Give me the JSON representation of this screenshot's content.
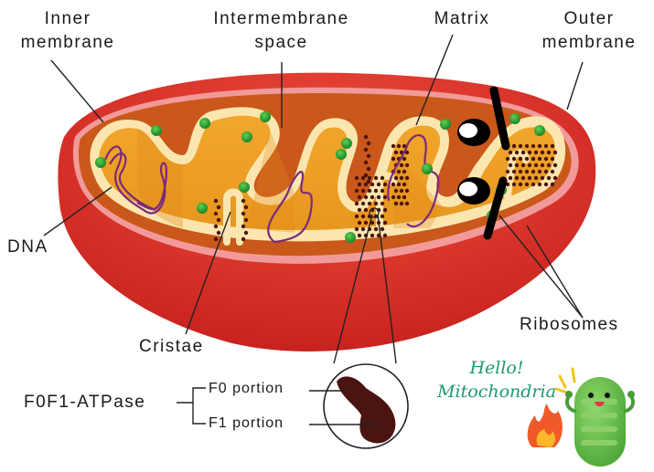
{
  "title": "Mitochondrion structure diagram",
  "labels": {
    "inner_membrane": [
      "Inner",
      "membrane"
    ],
    "intermembrane_space": [
      "Intermembrane",
      "space"
    ],
    "matrix": "Matrix",
    "outer_membrane": [
      "Outer",
      "membrane"
    ],
    "dna": "DNA",
    "cristae": "Cristae",
    "ribosomes": "Ribosomes",
    "atpase": "F0F1-ATPase",
    "f0_portion": "F0 portion",
    "f1_portion": "F1 portion"
  },
  "mascot": {
    "greeting": [
      "Hello!",
      "Mitochondria"
    ]
  },
  "colors": {
    "outer_membrane": "#e0352f",
    "outer_edge": "#f29a9a",
    "intermembrane": "#c9581a",
    "matrix": "#f0a229",
    "inner_membrane": "#fbe6b0",
    "dna": "#7a2a7a",
    "granule": "#2aa53a",
    "atp_synthase": "#4a1410",
    "mascot_body": "#6cc04a",
    "greeting_text": "#1f9a6a"
  }
}
